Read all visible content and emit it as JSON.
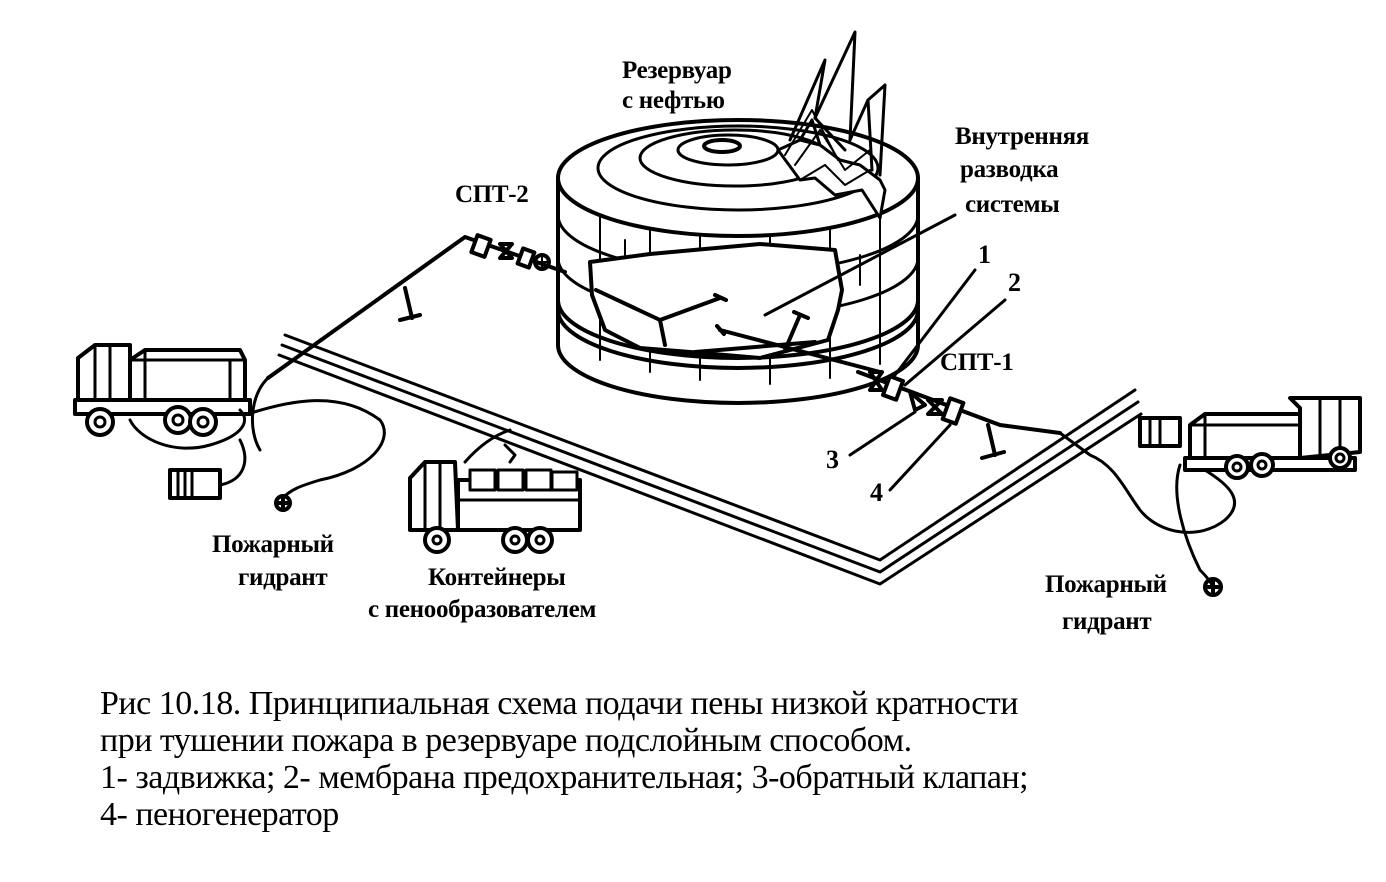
{
  "labels": {
    "reservoir_line1": "Резервуар",
    "reservoir_line2": "с нефтью",
    "internal_line1": "Внутренняя",
    "internal_line2": "разводка",
    "internal_line3": "системы",
    "spt2": "СПТ-2",
    "spt1": "СПТ-1",
    "n1": "1",
    "n2": "2",
    "n3": "3",
    "n4": "4",
    "hydrant_left_line1": "Пожарный",
    "hydrant_left_line2": "гидрант",
    "containers_line1": "Контейнеры",
    "containers_line2": "с пенообразователем",
    "hydrant_right_line1": "Пожарный",
    "hydrant_right_line2": "гидрант"
  },
  "caption": {
    "line1": "Рис 10.18. Принципиальная схема подачи пены низкой кратности",
    "line2": "при тушении пожара в резервуаре подслойным способом.",
    "line3": "1- задвижка; 2- мембрана предохранительная; 3-обратный клапан;",
    "line4": "4- пеногенератор"
  }
}
